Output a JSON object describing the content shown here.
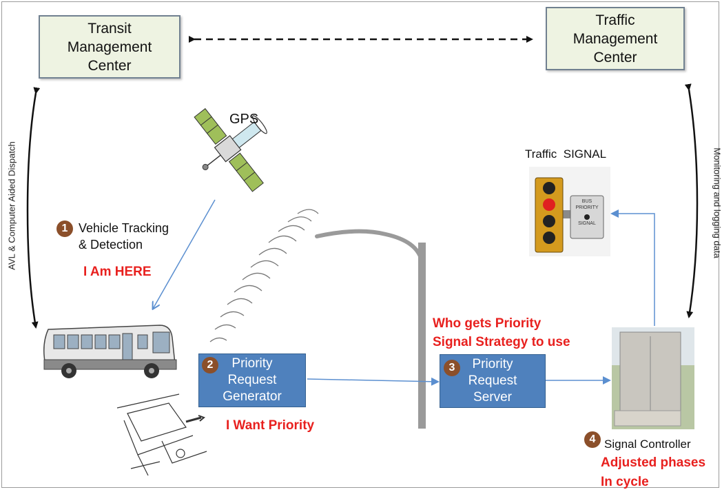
{
  "centers": {
    "transit": "Transit\nManagement\nCenter",
    "traffic": "Traffic\nManagement\nCenter"
  },
  "gps_label": "GPS",
  "traffic_signal_label": "Traffic  SIGNAL",
  "signal_plate": {
    "line1": "BUS",
    "line2": "PRIORITY",
    "line3": "SIGNAL"
  },
  "side_labels": {
    "left": "AVL & Computer Aided Dispatch",
    "right": "Monitoring and logging data"
  },
  "steps": [
    {
      "num": "1",
      "label": "Vehicle Tracking\n& Detection",
      "note": "I Am HERE"
    },
    {
      "num": "2",
      "box": "Priority\nRequest\nGenerator",
      "note": "I Want Priority"
    },
    {
      "num": "3",
      "box": "Priority\nRequest\nServer",
      "note": "Who gets Priority\nSignal Strategy to use"
    },
    {
      "num": "4",
      "label": "Signal Controller",
      "note": "Adjusted phases\nIn cycle"
    }
  ],
  "colors": {
    "box_blue": "#4f81bd",
    "red_text": "#e8201e",
    "center_fill": "#eef3e2",
    "badge": "#8b4f2a"
  }
}
